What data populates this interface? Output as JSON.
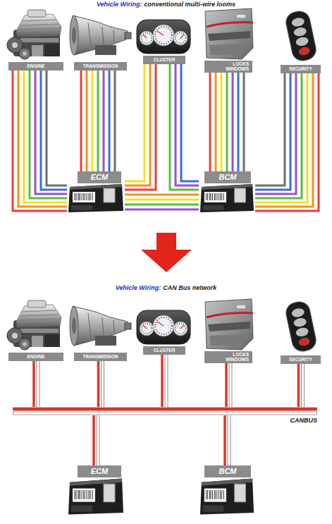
{
  "diagram": {
    "nodes": [
      {
        "text": [
          "ENGINE"
        ]
      },
      {
        "text": [
          "TRANSMISSION"
        ]
      },
      {
        "text": [
          "CLUSTER"
        ]
      },
      {
        "text": [
          "LOCKS WINDOWS"
        ]
      },
      {
        "text": [
          "SECURITY"
        ]
      },
      {
        "text": [
          "ECM"
        ]
      },
      {
        "text": [
          "BCM"
        ]
      },
      {
        "text": [
          "ENGINE"
        ]
      },
      {
        "text": [
          "TRANSMISSION"
        ]
      },
      {
        "text": [
          "CLUSTER"
        ]
      },
      {
        "text": [
          "LOCKS WINDOWS"
        ]
      },
      {
        "text": [
          "SECURITY"
        ]
      },
      {
        "text": [
          "CANBUS"
        ]
      },
      {
        "text": [
          "ECM"
        ]
      },
      {
        "text": [
          "BCM"
        ]
      }
    ],
    "edges": [
      {
        "from": 0,
        "to": 5,
        "arrow": "none"
      },
      {
        "from": 1,
        "to": 5,
        "arrow": "none"
      },
      {
        "from": 2,
        "to": 5,
        "arrow": "none"
      },
      {
        "from": 2,
        "to": 6,
        "arrow": "none"
      },
      {
        "from": 3,
        "to": 6,
        "arrow": "none"
      },
      {
        "from": 4,
        "to": 6,
        "arrow": "none"
      },
      {
        "from": 5,
        "to": 6,
        "arrow": "none"
      },
      {
        "from": 7,
        "to": 12,
        "arrow": "none"
      },
      {
        "from": 8,
        "to": 12,
        "arrow": "none"
      },
      {
        "from": 9,
        "to": 12,
        "arrow": "none"
      },
      {
        "from": 10,
        "to": 12,
        "arrow": "none"
      },
      {
        "from": 11,
        "to": 12,
        "arrow": "none"
      },
      {
        "from": 12,
        "to": 13,
        "arrow": "none"
      },
      {
        "from": 12,
        "to": 14,
        "arrow": "none"
      }
    ],
    "labels": [
      "Vehicle Wiring:",
      "conventional multi-wire looms",
      "Vehicle Wiring:",
      "CAN Bus network"
    ]
  }
}
